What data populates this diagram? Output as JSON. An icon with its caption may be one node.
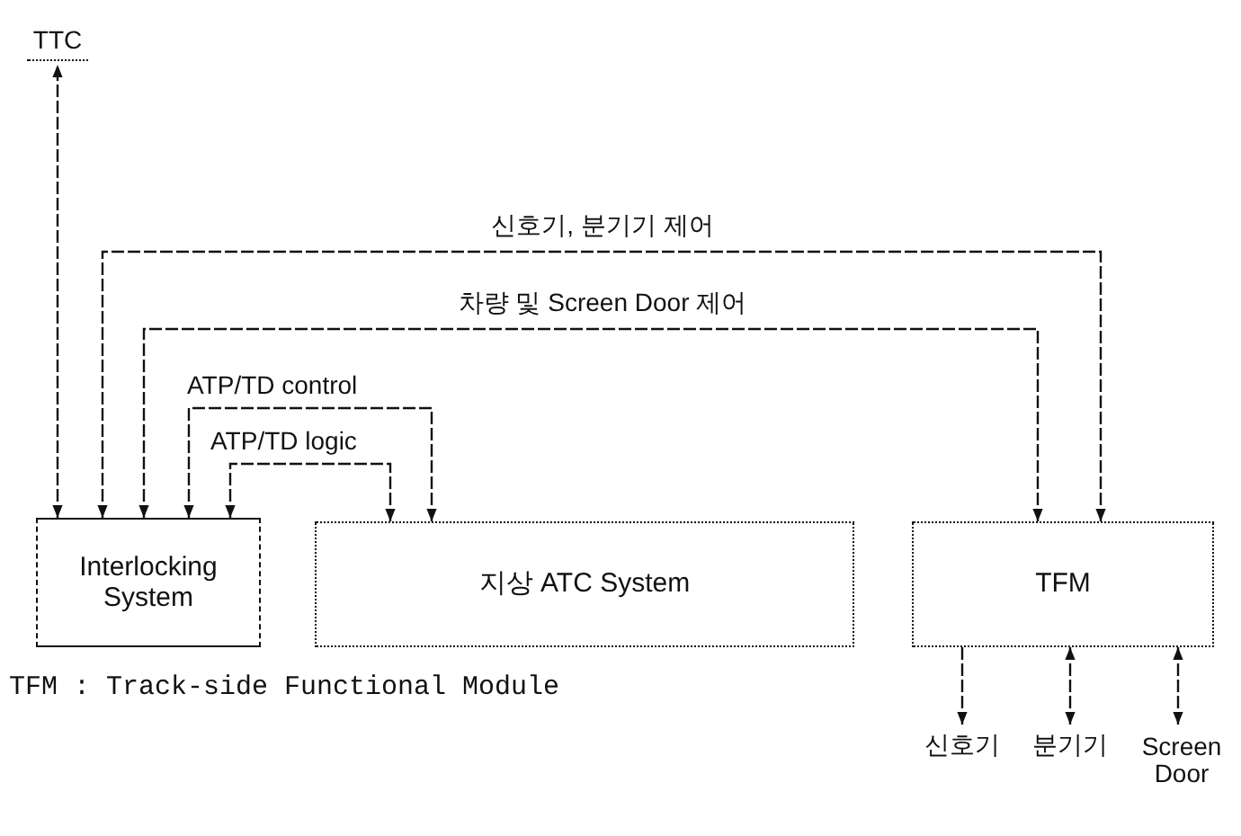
{
  "diagram": {
    "nodes": [
      {
        "text": [
          "TTC"
        ]
      },
      {
        "text": [
          "Interlocking System"
        ]
      },
      {
        "text": [
          "지상 ATC System"
        ]
      },
      {
        "text": [
          "TFM"
        ]
      },
      {
        "text": [
          "신호기"
        ]
      },
      {
        "text": [
          "분기기"
        ]
      },
      {
        "text": [
          "Screen Door"
        ]
      }
    ],
    "edges": [
      {
        "from": 1,
        "to": 0,
        "arrow": "both"
      },
      {
        "from": 1,
        "to": 3,
        "arrow": "both",
        "label": "신호기, 분기기 제어"
      },
      {
        "from": 1,
        "to": 3,
        "arrow": "both",
        "label": "차량 및 Screen Door 제어"
      },
      {
        "from": 1,
        "to": 2,
        "arrow": "both",
        "label": "ATP/TD control"
      },
      {
        "from": 1,
        "to": 2,
        "arrow": "both",
        "label": "ATP/TD logic"
      },
      {
        "from": 3,
        "to": 4,
        "arrow": "to"
      },
      {
        "from": 3,
        "to": 5,
        "arrow": "both"
      },
      {
        "from": 3,
        "to": 6,
        "arrow": "both"
      }
    ],
    "labels": [
      "TFM : Track-side Functional Module"
    ]
  }
}
